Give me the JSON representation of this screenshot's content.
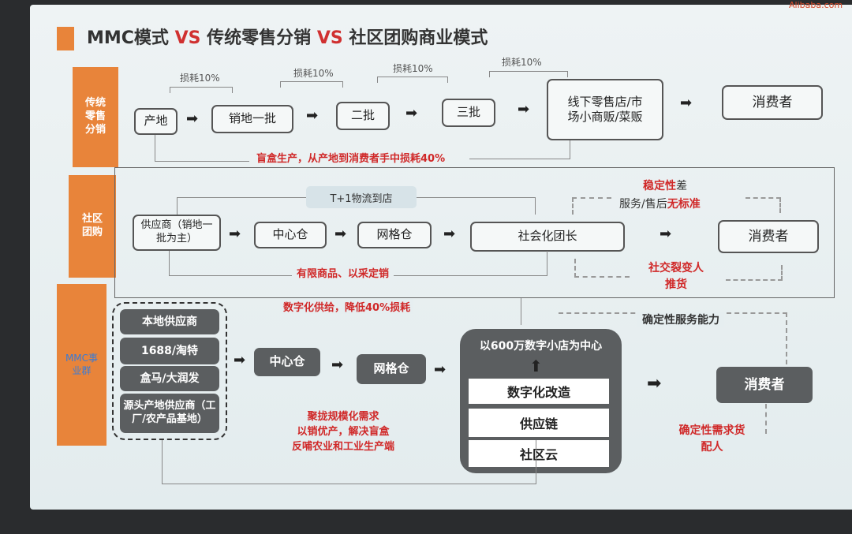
{
  "title": {
    "part1": "MMC模式",
    "vs1": "VS",
    "part2": "传统零售分销",
    "vs2": "VS",
    "part3": "社区团购商业模式"
  },
  "logo": "Alibaba.com",
  "colors": {
    "accent": "#e8843a",
    "red": "#d02828",
    "dark_box": "#5b5e60"
  },
  "row_traditional": {
    "label": "传统零售分销",
    "nodes": [
      "产地",
      "销地一批",
      "二批",
      "三批",
      "线下零售店/市场小商贩/菜贩",
      "消费者"
    ],
    "loss_labels": [
      "损耗10%",
      "损耗10%",
      "损耗10%",
      "损耗10%"
    ],
    "note": "盲盒生产，从产地到消费者手中损耗40%"
  },
  "row_community": {
    "label": "社区团购",
    "nodes": [
      "供应商（销地一批为主）",
      "中心仓",
      "网格仓",
      "社会化团长",
      "消费者"
    ],
    "logistics": "T+1物流到店",
    "note": "有限商品、以采定销",
    "top_note_red": "稳定性",
    "top_note_gray": "差",
    "top_note2_gray": "服务/售后",
    "top_note2_red": "无标准",
    "bottom_note": "社交裂变人推货"
  },
  "row_mmc": {
    "label": "MMC事业群",
    "suppliers": [
      "本地供应商",
      "1688/淘特",
      "盒马/大润发",
      "源头产地供应商（工厂/农产品基地）"
    ],
    "nodes": [
      "中心仓",
      "网格仓",
      "消费者"
    ],
    "center_title": "以600万数字小店为中心",
    "center_layers": [
      "数字化改造",
      "供应链",
      "社区云"
    ],
    "supply_note": "数字化供给，降低40%损耗",
    "service_note": "确定性服务能力",
    "demand_note": "确定性需求货配人",
    "bottom_note": [
      "聚拢规模化需求",
      "以销优产，解决盲盒",
      "反哺农业和工业生产端"
    ]
  }
}
